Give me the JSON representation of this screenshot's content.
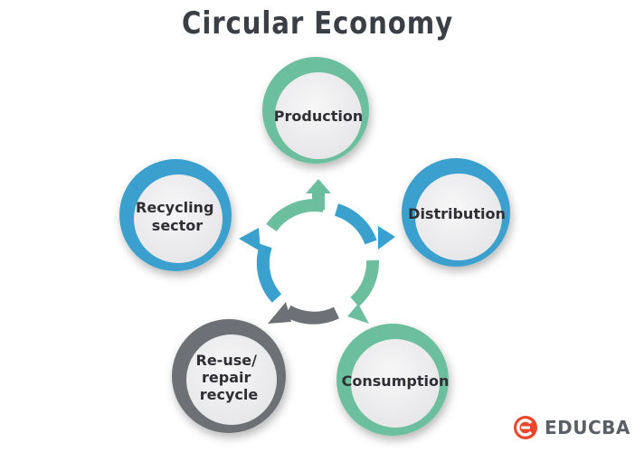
{
  "title": "Circular Economy",
  "nodes": [
    {
      "key": "production",
      "label": [
        "Production"
      ],
      "color": "#6cbf9e"
    },
    {
      "key": "distribution",
      "label": [
        "Distribution"
      ],
      "color": "#3aa0cd"
    },
    {
      "key": "consumption",
      "label": [
        "Consumption"
      ],
      "color": "#6cbf9e"
    },
    {
      "key": "reuse",
      "label": [
        "Re-use/",
        "repair",
        "recycle"
      ],
      "color": "#6d7075"
    },
    {
      "key": "recycling",
      "label": [
        "Recycling",
        "sector"
      ],
      "color": "#3aa0cd"
    }
  ],
  "colors": {
    "green": "#6cbf9e",
    "blue": "#3aa0cd",
    "gray": "#6d7075",
    "inner_fill": "#f1f1f2",
    "title": "#3a3e45",
    "brand_red": "#e8472c"
  },
  "logo": {
    "text": "EDUCBA"
  }
}
